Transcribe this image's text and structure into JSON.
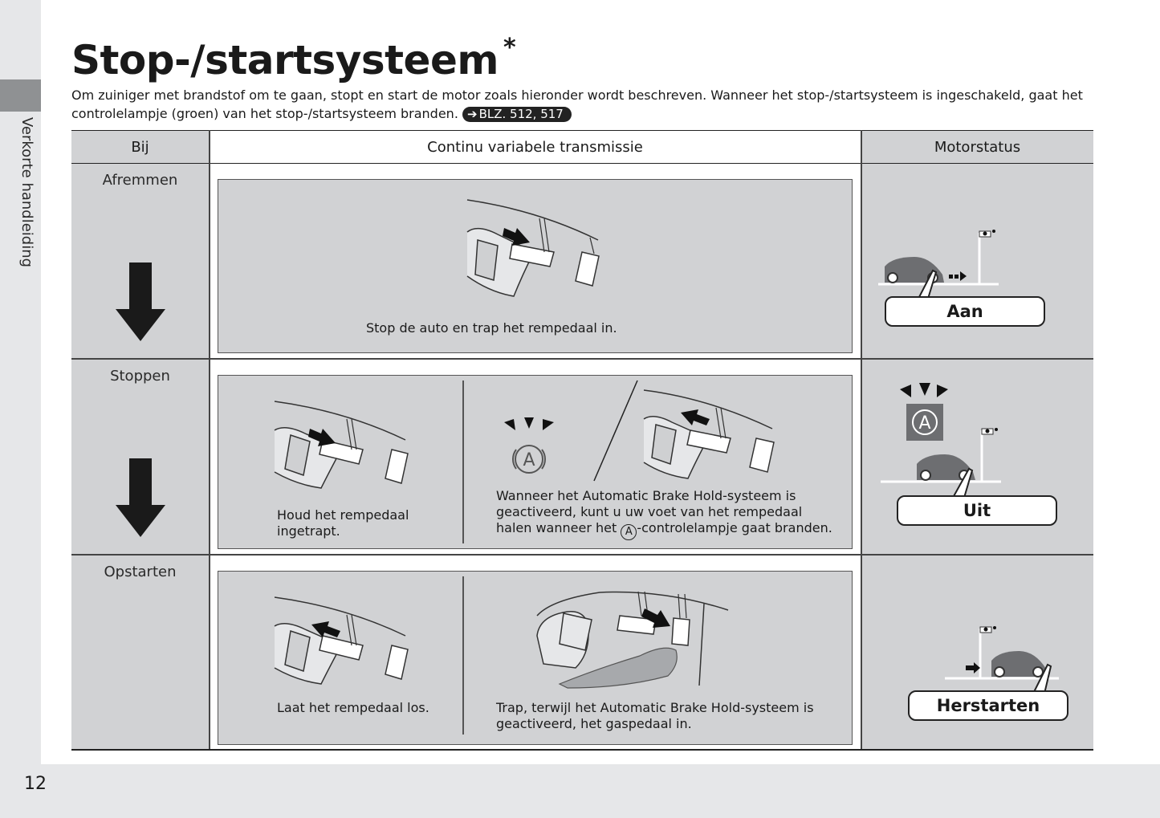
{
  "sidebar": {
    "label": "Verkorte handleiding"
  },
  "page_number": "12",
  "title": "Stop-/startsysteem",
  "title_asterisk": "*",
  "intro": {
    "text": "Om zuiniger met brandstof om te gaan, stopt en start de motor zoals hieronder wordt beschreven. Wanneer het stop-/startsysteem is ingeschakeld, gaat het controlelampje (groen) van het stop-/startsysteem branden.",
    "ref": "BLZ. 512, 517"
  },
  "table": {
    "headers": {
      "bij": "Bij",
      "transmission": "Continu variabele transmissie",
      "engine": "Motorstatus"
    },
    "rows": [
      {
        "label": "Afremmen",
        "caption": "Stop de auto en trap het rempedaal in.",
        "status": "Aan"
      },
      {
        "label": "Stoppen",
        "caption_left": "Houd het rempedaal ingetrapt.",
        "caption_right_a": "Wanneer het Automatic Brake Hold-systeem is geactiveerd, kunt u uw voet van het rempedaal halen wanneer het ",
        "caption_right_icon": "A",
        "caption_right_b": "-controlelampje gaat branden.",
        "status": "Uit"
      },
      {
        "label": "Opstarten",
        "caption_left": "Laat het rempedaal los.",
        "caption_right": "Trap, terwijl het Automatic Brake Hold-systeem is geactiveerd, het gaspedaal in.",
        "status": "Herstarten"
      }
    ]
  },
  "icons": {
    "down_arrow": "down-arrow-icon",
    "brake_hold": "brake-hold-indicator-icon",
    "link_arrow": "link-arrow-icon"
  },
  "colors": {
    "grey_panel": "#d1d2d4",
    "sidebar": "#e6e7e9",
    "tab": "#8f9193"
  }
}
